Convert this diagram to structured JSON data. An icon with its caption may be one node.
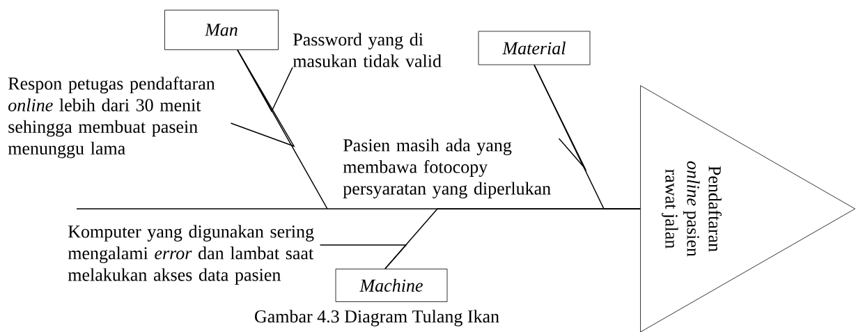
{
  "diagram": {
    "caption": "Gambar 4.3 Diagram Tulang Ikan",
    "nodes": [
      {
        "text": [
          "Man"
        ]
      },
      {
        "text": [
          "Material"
        ]
      },
      {
        "text": [
          "Machine"
        ]
      },
      {
        "text": [
          "Pendaftaran *online* pasien rawat jalan"
        ]
      },
      {
        "text": [
          "Password yang di masukan tidak valid"
        ]
      },
      {
        "text": [
          "Respon petugas pendaftaran *online* lebih dari 30 menit sehingga membuat pasein menunggu lama"
        ]
      },
      {
        "text": [
          "Pasien masih ada yang membawa fotocopy persyaratan yang diperlukan"
        ]
      },
      {
        "text": [
          "Komputer yang digunakan sering mengalami *error* dan lambat saat  melakukan akses data pasien"
        ]
      }
    ],
    "edges": [
      {
        "from": 0,
        "to": 3,
        "arrow": "none"
      },
      {
        "from": 1,
        "to": 3,
        "arrow": "none"
      },
      {
        "from": 2,
        "to": 3,
        "arrow": "none"
      },
      {
        "from": 4,
        "to": 0,
        "arrow": "none"
      },
      {
        "from": 5,
        "to": 0,
        "arrow": "none"
      },
      {
        "from": 6,
        "to": 1,
        "arrow": "none"
      },
      {
        "from": 7,
        "to": 2,
        "arrow": "none"
      }
    ]
  }
}
